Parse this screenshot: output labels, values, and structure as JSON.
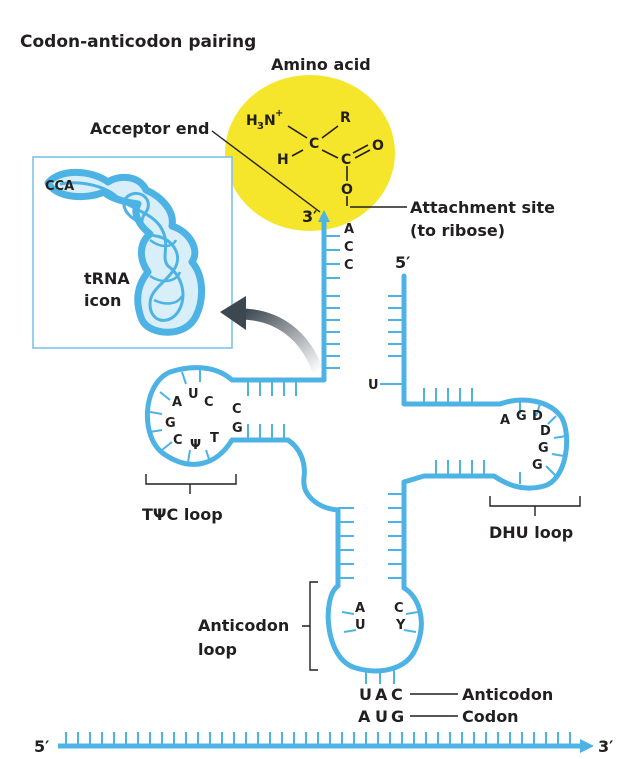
{
  "title": "Codon-anticodon pairing",
  "amino_acid": {
    "label": "Amino acid",
    "atoms": {
      "h3n": "H",
      "h3n_sub": "3",
      "h3n_n": "N",
      "h3n_plus": "+",
      "c_alpha": "C",
      "r": "R",
      "h": "H",
      "c_carbonyl": "C",
      "o_double": "O",
      "o_ester": "O"
    }
  },
  "labels": {
    "acceptor_end": "Acceptor end",
    "attachment_site_1": "Attachment site",
    "attachment_site_2": "(to ribose)",
    "three_prime_top": "3′",
    "five_prime_top": "5′",
    "tpsic_loop": "TΨC loop",
    "dhu_loop": "DHU loop",
    "anticodon_loop_1": "Anticodon",
    "anticodon_loop_2": "loop",
    "anticodon": "Anticodon",
    "codon": "Codon",
    "mrna_5": "5′",
    "mrna_3": "3′"
  },
  "inset": {
    "cca": "CCA",
    "trna_1": "tRNA",
    "trna_2": "icon"
  },
  "acceptor_bases": [
    "A",
    "C",
    "C"
  ],
  "u_base": "U",
  "tpsic_bases": {
    "a": "A",
    "u": "U",
    "c1": "C",
    "c2": "C",
    "g1": "G",
    "g2": "G",
    "c3": "C",
    "psi": "Ψ",
    "t": "T"
  },
  "dhu_bases": {
    "a": "A",
    "g1": "G",
    "d1": "D",
    "d2": "D",
    "g2": "G",
    "g3": "G"
  },
  "anticodon_loop_bases": {
    "a": "A",
    "u": "U",
    "c": "C",
    "y": "Y"
  },
  "anticodon_triplet": [
    "U",
    "A",
    "C"
  ],
  "codon_triplet": [
    "A",
    "U",
    "G"
  ],
  "colors": {
    "rna": "#4db3e4",
    "amino_acid_fill": "#f5e62c",
    "inset_border": "#7fc3e6",
    "arrow": "#3c4750",
    "text": "#231f20"
  }
}
